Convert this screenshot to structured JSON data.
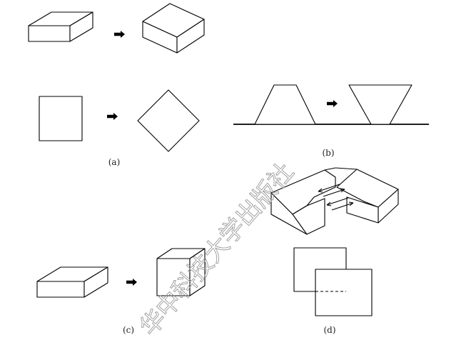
{
  "panels": {
    "a": {
      "label": "(a)"
    },
    "b": {
      "label": "(b)"
    },
    "c": {
      "label": "(c)"
    },
    "d": {
      "label": "(d)"
    }
  },
  "watermark": {
    "text": "华中科技大学出版社"
  },
  "colors": {
    "ink": "#000000",
    "watermark": "#9a9a9a",
    "background": "#ffffff"
  },
  "icons": {
    "arrow": "right-arrow-icon"
  }
}
